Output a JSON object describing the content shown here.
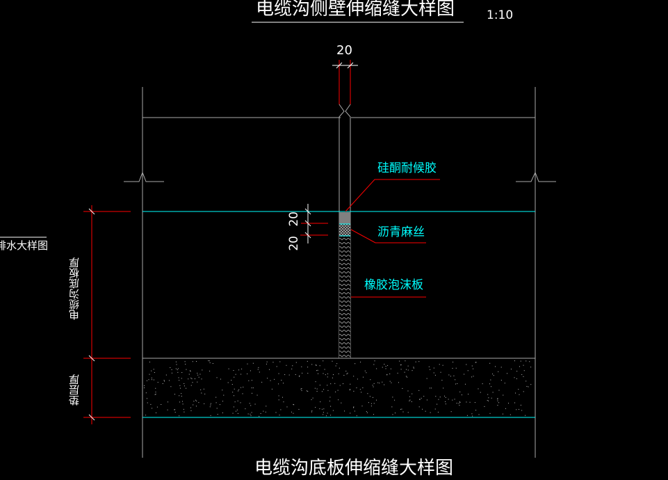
{
  "title_top": "电缆沟侧壁伸缩缝大样图",
  "scale": "1:10",
  "title_bottom": "电缆沟底板伸缩缝大样图",
  "left_partial_title": "排水大样图",
  "dimensions": {
    "joint_width": "20",
    "sealant_depth": "20",
    "hemp_depth": "20"
  },
  "labels": {
    "sealant": "硅酮耐候胶",
    "hemp": "沥青麻丝",
    "foam_board": "橡胶泡沫板",
    "slab_thickness": "电缆沟底板厚",
    "cushion_thickness": "垫层厚"
  },
  "colors": {
    "line": "#ffffff",
    "dim": "#ff0000",
    "cyan": "#00ffff",
    "gray": "#808080"
  }
}
